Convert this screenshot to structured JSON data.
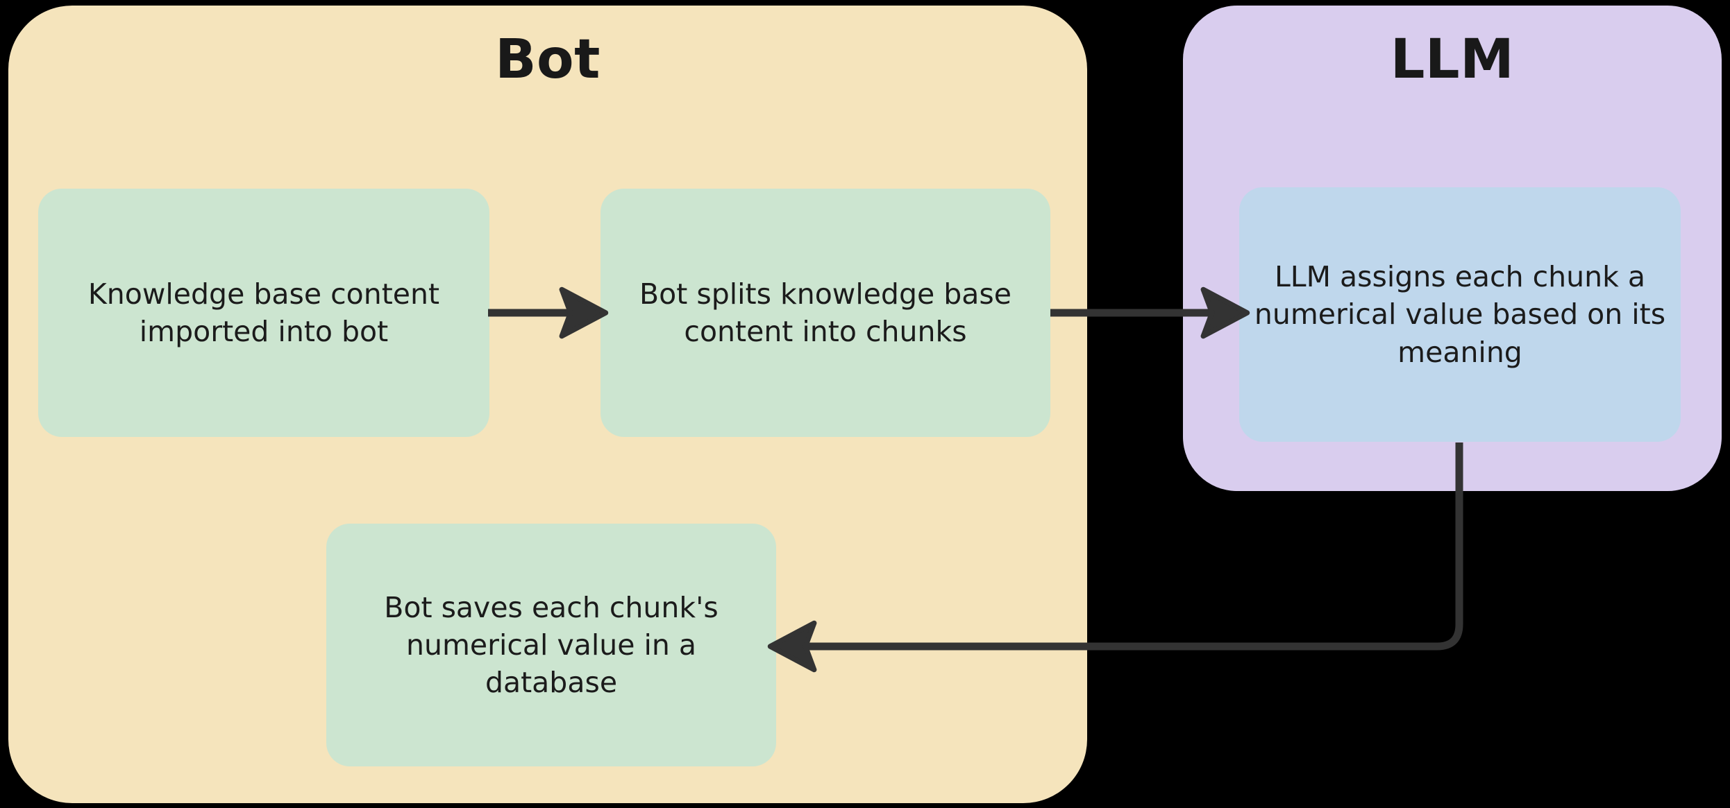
{
  "diagram": {
    "type": "flowchart",
    "title": "",
    "background_color": "#000000",
    "groups": [
      {
        "id": "bot",
        "label": "Bot",
        "color": "#f5e4bc",
        "nodes": [
          "import",
          "split",
          "save"
        ]
      },
      {
        "id": "llm",
        "label": "LLM",
        "color": "#d9cdee",
        "nodes": [
          "llm-assign"
        ]
      }
    ],
    "nodes": [
      {
        "id": "import",
        "label": "Knowledge base content imported into bot",
        "color": "#cce5d0",
        "group": "bot"
      },
      {
        "id": "split",
        "label": "Bot splits knowledge base content into chunks",
        "color": "#cce5d0",
        "group": "bot"
      },
      {
        "id": "llm-assign",
        "label": "LLM assigns each chunk a numerical value based on its meaning",
        "color": "#bfd7ec",
        "group": "llm"
      },
      {
        "id": "save",
        "label": "Bot saves each chunk's numerical value in a database",
        "color": "#cce5d0",
        "group": "bot"
      }
    ],
    "edges": [
      {
        "id": "e1",
        "from": "import",
        "to": "split",
        "label": "",
        "style": "straight-arrow",
        "color": "#333333"
      },
      {
        "id": "e2",
        "from": "split",
        "to": "llm-assign",
        "label": "",
        "style": "straight-arrow",
        "color": "#333333"
      },
      {
        "id": "e3",
        "from": "llm-assign",
        "to": "save",
        "label": "",
        "style": "elbow-arrow",
        "color": "#333333"
      }
    ]
  }
}
